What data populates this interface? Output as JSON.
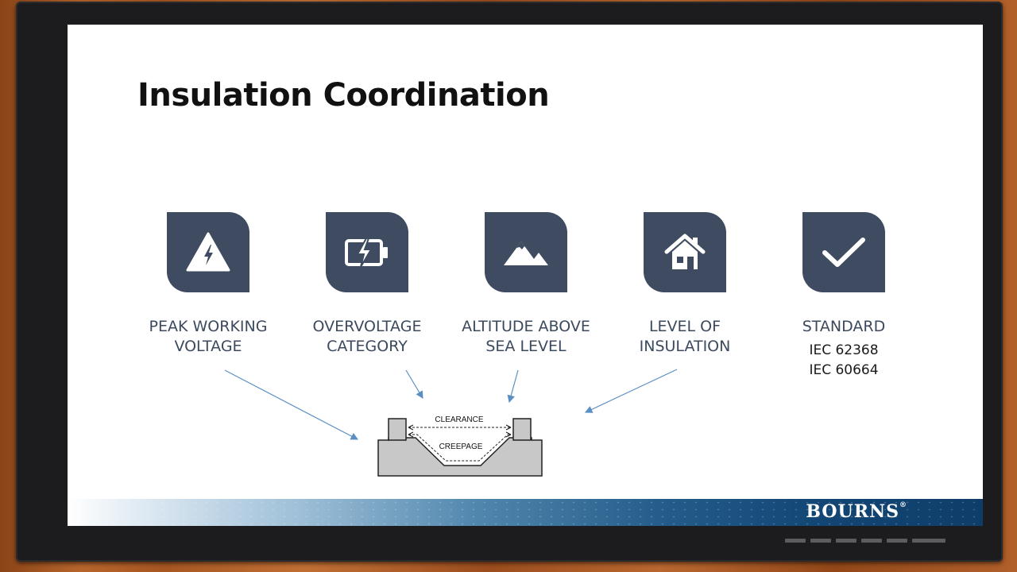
{
  "slide": {
    "title": "Insulation Coordination"
  },
  "factors": [
    {
      "icon": "warning-bolt-icon",
      "label_line1": "PEAK WORKING",
      "label_line2": "VOLTAGE"
    },
    {
      "icon": "battery-charge-icon",
      "label_line1": "OVERVOLTAGE",
      "label_line2": "CATEGORY"
    },
    {
      "icon": "mountain-icon",
      "label_line1": "ALTITUDE ABOVE",
      "label_line2": "SEA LEVEL"
    },
    {
      "icon": "house-icon",
      "label_line1": "LEVEL OF",
      "label_line2": "INSULATION"
    },
    {
      "icon": "checkmark-icon",
      "label_line1": "STANDARD",
      "standards": [
        "IEC 62368",
        "IEC 60664"
      ]
    }
  ],
  "diagram": {
    "clearance_label": "CLEARANCE",
    "creepage_label": "CREEPAGE"
  },
  "footer": {
    "brand": "BOURNS",
    "registered_mark": "®"
  },
  "colors": {
    "tile": "#3f4b61",
    "label_text": "#3b4a5e",
    "arrow": "#5b8fc4"
  }
}
